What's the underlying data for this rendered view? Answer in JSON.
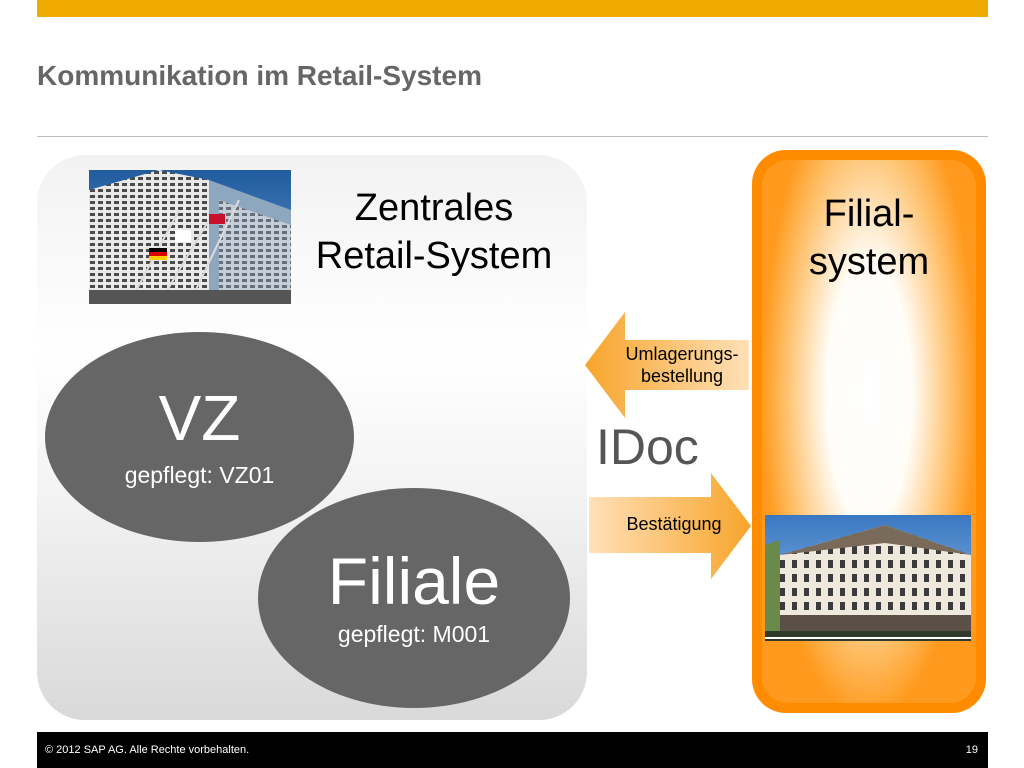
{
  "slide": {
    "title": "Kommunikation im Retail-System",
    "accent_color": "#f0ab00",
    "title_color": "#666666"
  },
  "central_system": {
    "title_line1": "Zentrales",
    "title_line2": "Retail-System",
    "image": "office-building-with-flags-photo"
  },
  "vz": {
    "label": "VZ",
    "maintained": "gepflegt: VZ01",
    "color": "#666666"
  },
  "filiale": {
    "label": "Filiale",
    "maintained": "gepflegt: M001",
    "color": "#666666"
  },
  "branch_system": {
    "title_line1": "Filial-",
    "title_line2": "system",
    "image": "hotel-building-photo",
    "color": "#ff8c00"
  },
  "arrows": {
    "to_central": {
      "line1": "Umlagerungs-",
      "line2": "bestellung",
      "direction": "left"
    },
    "to_branch": {
      "label": "Bestätigung",
      "direction": "right"
    }
  },
  "idoc_label": "IDoc",
  "footer": {
    "copyright": "©  2012 SAP AG. Alle Rechte vorbehalten.",
    "page_number": "19"
  }
}
